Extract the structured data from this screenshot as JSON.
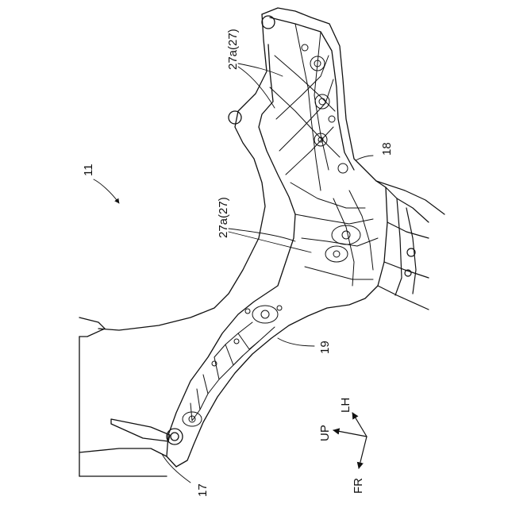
{
  "figure": {
    "ref_assembly": "11",
    "labels": {
      "rib_upper": "27a(27)",
      "rib_lower": "27a(27)",
      "member_18": "18",
      "member_19": "19",
      "member_17": "17"
    },
    "axes": {
      "up": "UP",
      "lh": "LH",
      "fr": "FR"
    }
  }
}
